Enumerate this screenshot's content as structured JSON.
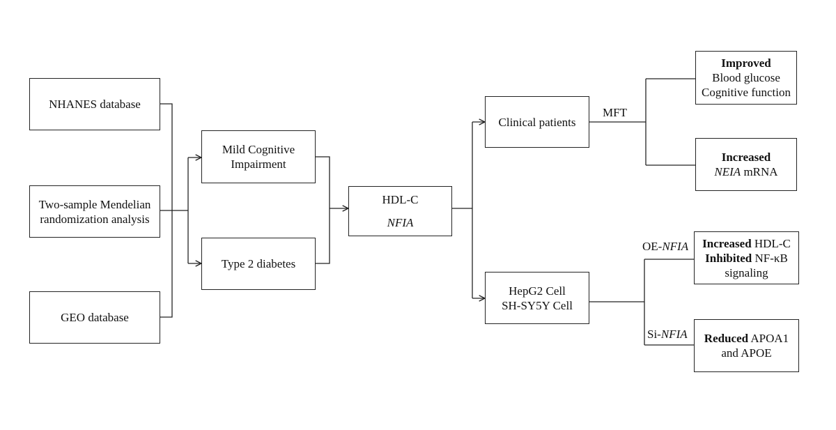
{
  "sources": {
    "nhanes": "NHANES database",
    "mr_line1": "Two-sample Mendelian",
    "mr_line2": "randomization  analysis",
    "geo": "GEO database"
  },
  "conditions": {
    "mci_line1": "Mild Cognitive",
    "mci_line2": "Impairment",
    "t2d": "Type 2 diabetes"
  },
  "center": {
    "line1": "HDL-C",
    "line2": "NFIA"
  },
  "branches": {
    "clinical": "Clinical patients",
    "cells_line1": "HepG2 Cell",
    "cells_line2": "SH-SY5Y Cell"
  },
  "labels": {
    "mft": "MFT",
    "oe_prefix": "OE-",
    "oe_gene": "NFIA",
    "si_prefix": "Si-",
    "si_gene": "NFIA"
  },
  "outcomes": {
    "improved": {
      "bold": "Improved",
      "line2": "Blood glucose",
      "line3": "Cognitive function"
    },
    "increased_mrna": {
      "bold": "Increased",
      "gene": "NEIA",
      "rest": " mRNA"
    },
    "oe_result": {
      "bold1": "Increased",
      "rest1": " HDL-C",
      "bold2": "Inhibited",
      "rest2": " NF-κB",
      "line3": "signaling"
    },
    "si_result": {
      "bold": "Reduced",
      "rest": " APOA1",
      "line2": "and APOE"
    }
  }
}
